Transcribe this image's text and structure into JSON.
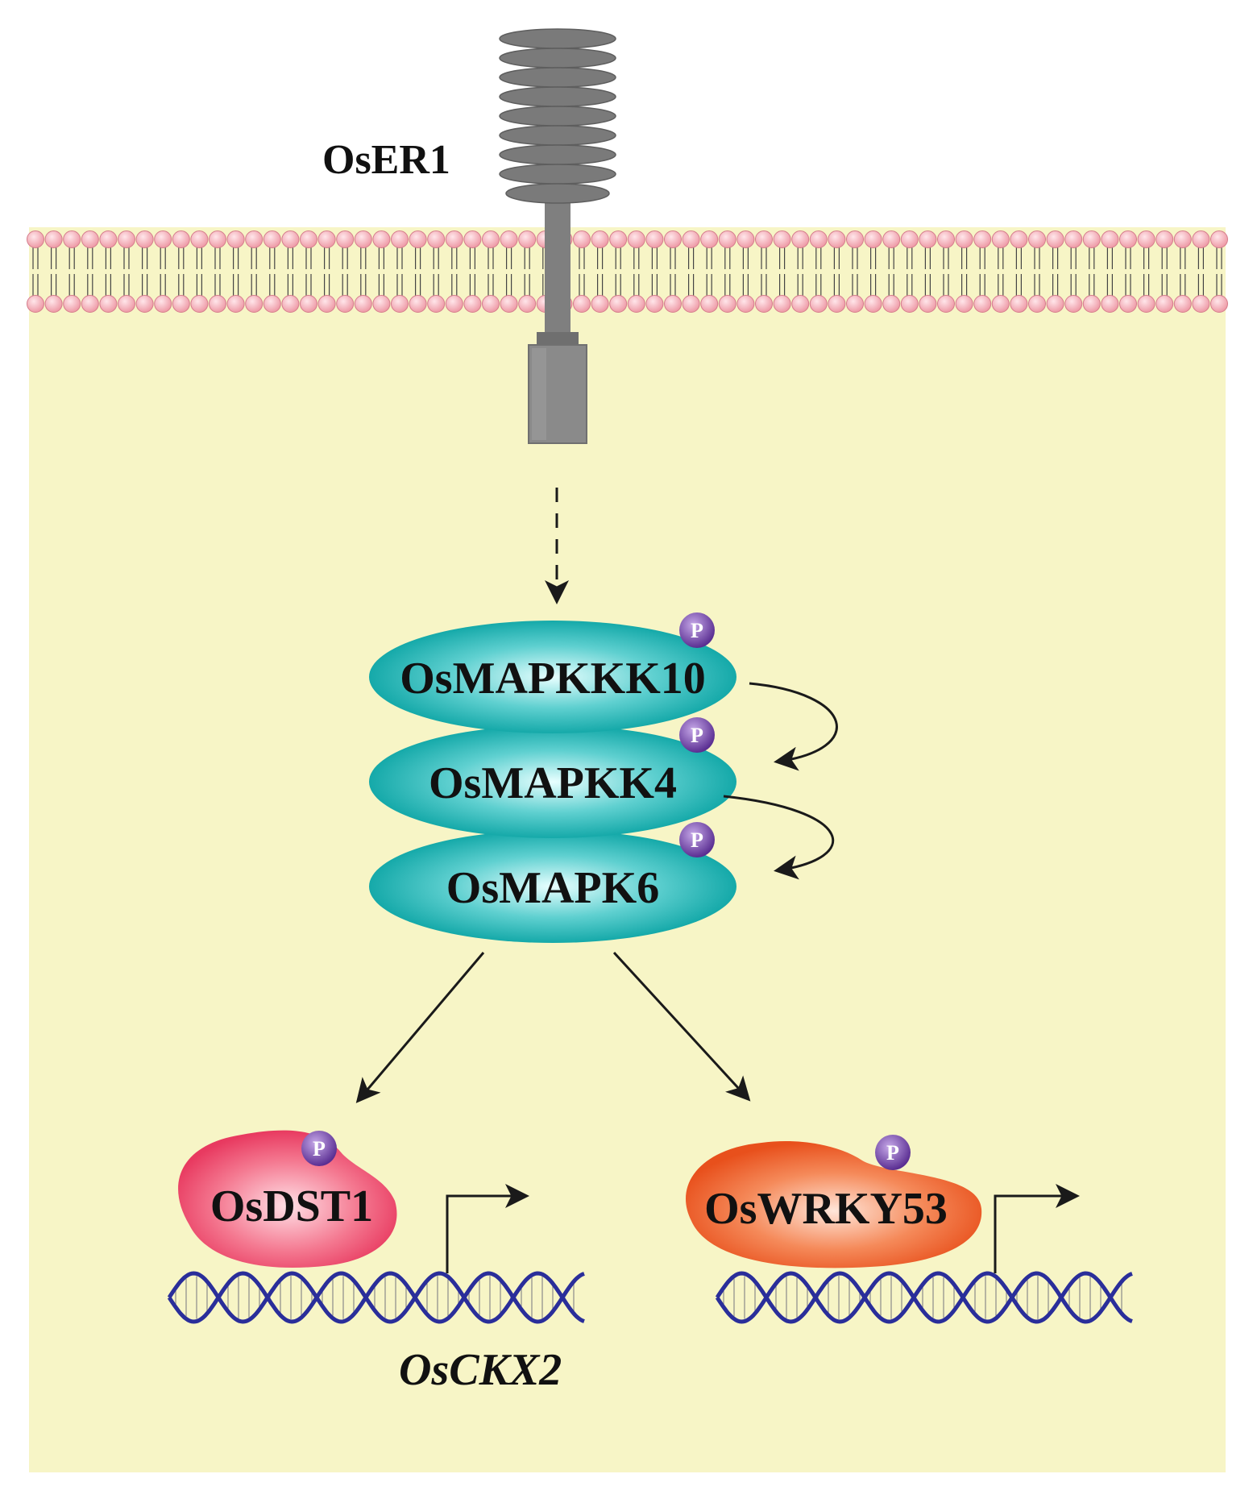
{
  "labels": {
    "receptor": "OsER1",
    "mapkkk": "OsMAPKKK10",
    "mapkk": "OsMAPKK4",
    "mapk": "OsMAPK6",
    "tf_left": "OsDST1",
    "tf_right": "OsWRKY53",
    "gene_left": "OsCKX2",
    "phospho": "P"
  },
  "colors": {
    "cytoplasm": "#f7f5c6",
    "lipid_head": "#f5b8c0",
    "receptor": "#8a8a8a",
    "mapk_cascade": "#1fb3b3",
    "tf_left": "#f0506e",
    "tf_right": "#ee5a24",
    "dna": "#2a2e9a",
    "phospho": "#6a3fa0"
  }
}
